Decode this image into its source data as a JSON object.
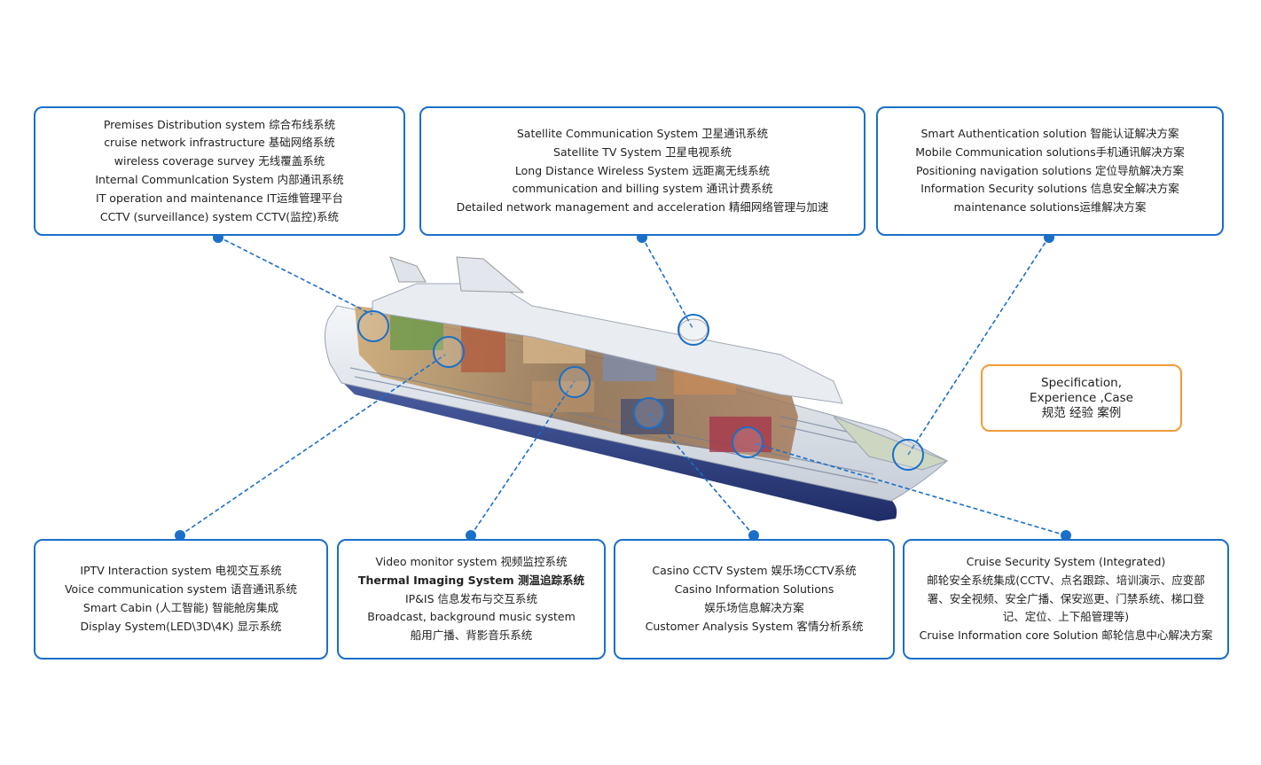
{
  "boxes": {
    "premises": {
      "lines": [
        "Premises Distribution system  综合布线系统",
        "cruise network infrastructure  基础网络系统",
        "wireless coverage survey  无线覆盖系统",
        "Internal Communlcation System 内部通讯系统",
        "IT operation and maintenance IT运维管理平台",
        "CCTV (surveillance) system    CCTV(监控)系统"
      ]
    },
    "satellite": {
      "lines": [
        "Satellite Communication System  卫星通讯系统",
        "Satellite TV System 卫星电视系统",
        "Long Distance Wireless System  远距离无线系统",
        "communication and billing system 通讯计费系统",
        "Detailed network management and acceleration 精细网络管理与加速"
      ]
    },
    "smart": {
      "lines": [
        "Smart Authentication solution 智能认证解决方案",
        "Mobile Communication solutions手机通讯解决方案",
        "Positioning navigation solutions 定位导航解决方案",
        "Information Security solutions  信息安全解决方案",
        "maintenance solutions运维解决方案"
      ]
    },
    "iptv": {
      "lines": [
        "IPTV  Interaction system  电视交互系统",
        "Voice communication system 语音通讯系统",
        "Smart Cabin (人工智能) 智能舱房集成",
        "Display System(LED\\3D\\4K) 显示系统"
      ]
    },
    "video": {
      "lines": [
        "Video monitor system 视频监控系统",
        "Thermal Imaging System 测温追踪系统",
        "IP&IS 信息发布与交互系统",
        "Broadcast, background music system",
        "船用广播、背影音乐系统"
      ]
    },
    "casino": {
      "lines": [
        "Casino CCTV System 娱乐场CCTV系统",
        "Casino Information Solutions",
        "娱乐场信息解决方案",
        "Customer Analysis System 客情分析系统"
      ]
    },
    "security": {
      "lines": [
        "Cruise Security System (Integrated)",
        "邮轮安全系统集成(CCTV、点名跟踪、培训演示、应变部署、安全视频、安全广播、保安巡更、门禁系统、梯口登记、定位、上下船管理等)",
        "Cruise Information core Solution 邮轮信息中心解决方案"
      ]
    }
  },
  "spec_box": {
    "line1": "Specification,",
    "line2": "Experience ,Case",
    "line3": "规范  经验  案例"
  },
  "colors": {
    "box_border": "#1a6fc9",
    "connector": "#1a6fc9",
    "spec_border": "#f39a3a"
  }
}
